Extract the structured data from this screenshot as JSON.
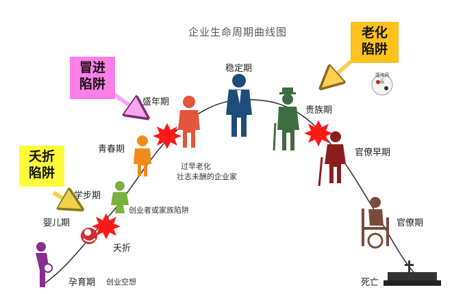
{
  "title": "企业生命周期曲线图",
  "stages": {
    "yunyu": "孕育期",
    "yinger": "婴儿期",
    "xuebu": "学步期",
    "qingchun": "青春期",
    "shengnian": "盛年期",
    "wending": "稳定期",
    "guizu": "贵族期",
    "guanliao_early": "官僚早期",
    "guanliao": "官僚期",
    "siwang": "死亡"
  },
  "notes": {
    "chuangye_kongxiang": "创业空想",
    "yaozhe": "夭折",
    "jiazu_xianjing": "创业者或家族陷阱",
    "guozao_laohua_1": "过早老化",
    "guozao_laohua_2": "壮志未酬的企业家"
  },
  "traps": {
    "yaozhe": {
      "line1": "夭折",
      "line2": "陷阱",
      "color": "#fffb3a"
    },
    "maojin": {
      "line1": "冒进",
      "line2": "陷阱",
      "color": "#ff7fe8"
    },
    "laohua": {
      "line1": "老化",
      "line2": "陷阱",
      "color": "#ffc21c"
    }
  },
  "logo": {
    "chars": "混沌风云"
  },
  "colors": {
    "purple": "#8a2d8f",
    "red": "#d22b2b",
    "green": "#7bb23f",
    "orange": "#f08a1c",
    "coral": "#e5553a",
    "navy": "#1e4d7a",
    "darkgreen": "#3f6b40",
    "maroon": "#8a1e1e",
    "brown": "#7a4b3a",
    "burst": "#ff1818"
  }
}
